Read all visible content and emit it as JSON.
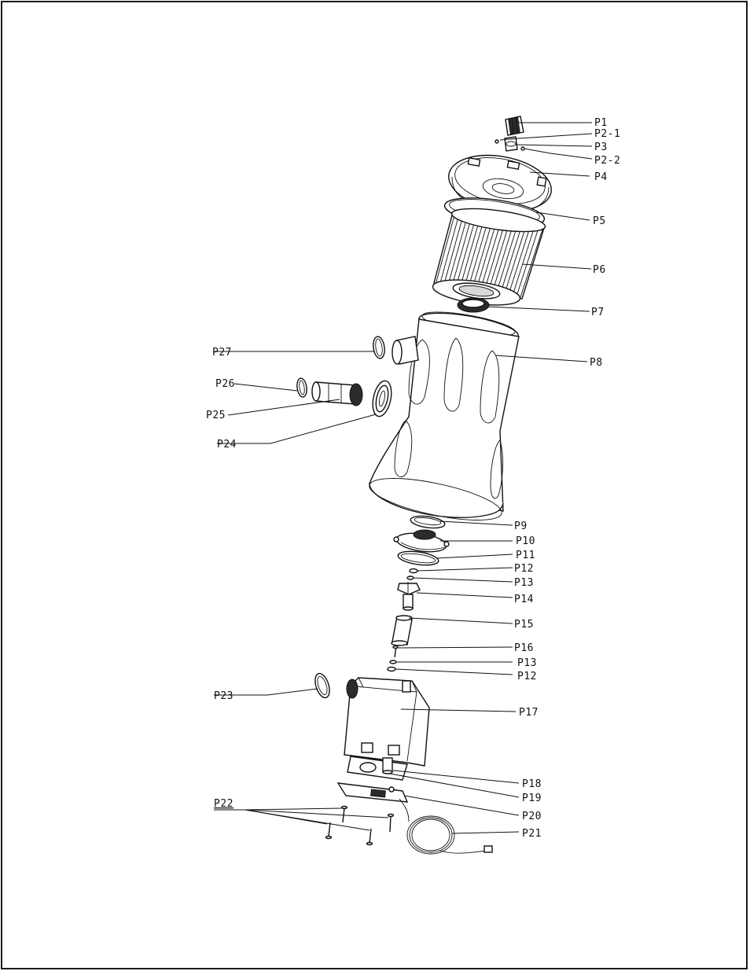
{
  "callouts": {
    "p1": "P1",
    "p2_1": "P2-1",
    "p3": "P3",
    "p2_2": "P2-2",
    "p4": "P4",
    "p5": "P5",
    "p6": "P6",
    "p7": "P7",
    "p8": "P8",
    "p9": "P9",
    "p10": "P10",
    "p11": "P11",
    "p12a": "P12",
    "p13a": "P13",
    "p14": "P14",
    "p15": "P15",
    "p16": "P16",
    "p13b": "P13",
    "p12b": "P12",
    "p17": "P17",
    "p18": "P18",
    "p19": "P19",
    "p20": "P20",
    "p21": "P21",
    "p22": "P22",
    "p23": "P23",
    "p24": "P24",
    "p25": "P25",
    "p26": "P26",
    "p27": "P27"
  }
}
